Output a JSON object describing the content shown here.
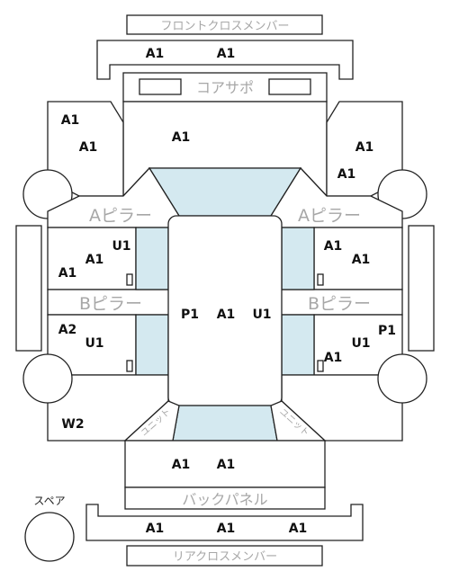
{
  "labels": {
    "front_cross_member": "フロントクロスメンバー",
    "core_support": "コアサポ",
    "a_pillar_left": "Aピラー",
    "a_pillar_right": "Aピラー",
    "b_pillar_left": "Bピラー",
    "b_pillar_right": "Bピラー",
    "unit_left": "ユニット",
    "unit_right": "ユニット",
    "back_panel": "バックパネル",
    "rear_cross_member": "リアクロスメンバー",
    "spare": "スペア"
  },
  "codes": {
    "front_cross_left": "A1",
    "front_cross_right": "A1",
    "hood": "A1",
    "front_left_top": "A1",
    "front_left_bottom": "A1",
    "front_right_top": "A1",
    "front_right_bottom": "A1",
    "front_door_left_u": "U1",
    "front_door_left_a1": "A1",
    "front_door_left_a2": "A1",
    "front_door_right_a1": "A1",
    "front_door_right_a2": "A1",
    "roof_left": "P1",
    "roof_center": "A1",
    "roof_right": "U1",
    "rear_door_left_top": "A2",
    "rear_door_left_bottom": "U1",
    "rear_door_right_p": "P1",
    "rear_door_right_u": "U1",
    "rear_door_right_a": "A1",
    "rear_left_quarter": "W2",
    "trunk_left": "A1",
    "trunk_right": "A1",
    "rear_cross_left": "A1",
    "rear_cross_center": "A1",
    "rear_cross_right": "A1"
  }
}
